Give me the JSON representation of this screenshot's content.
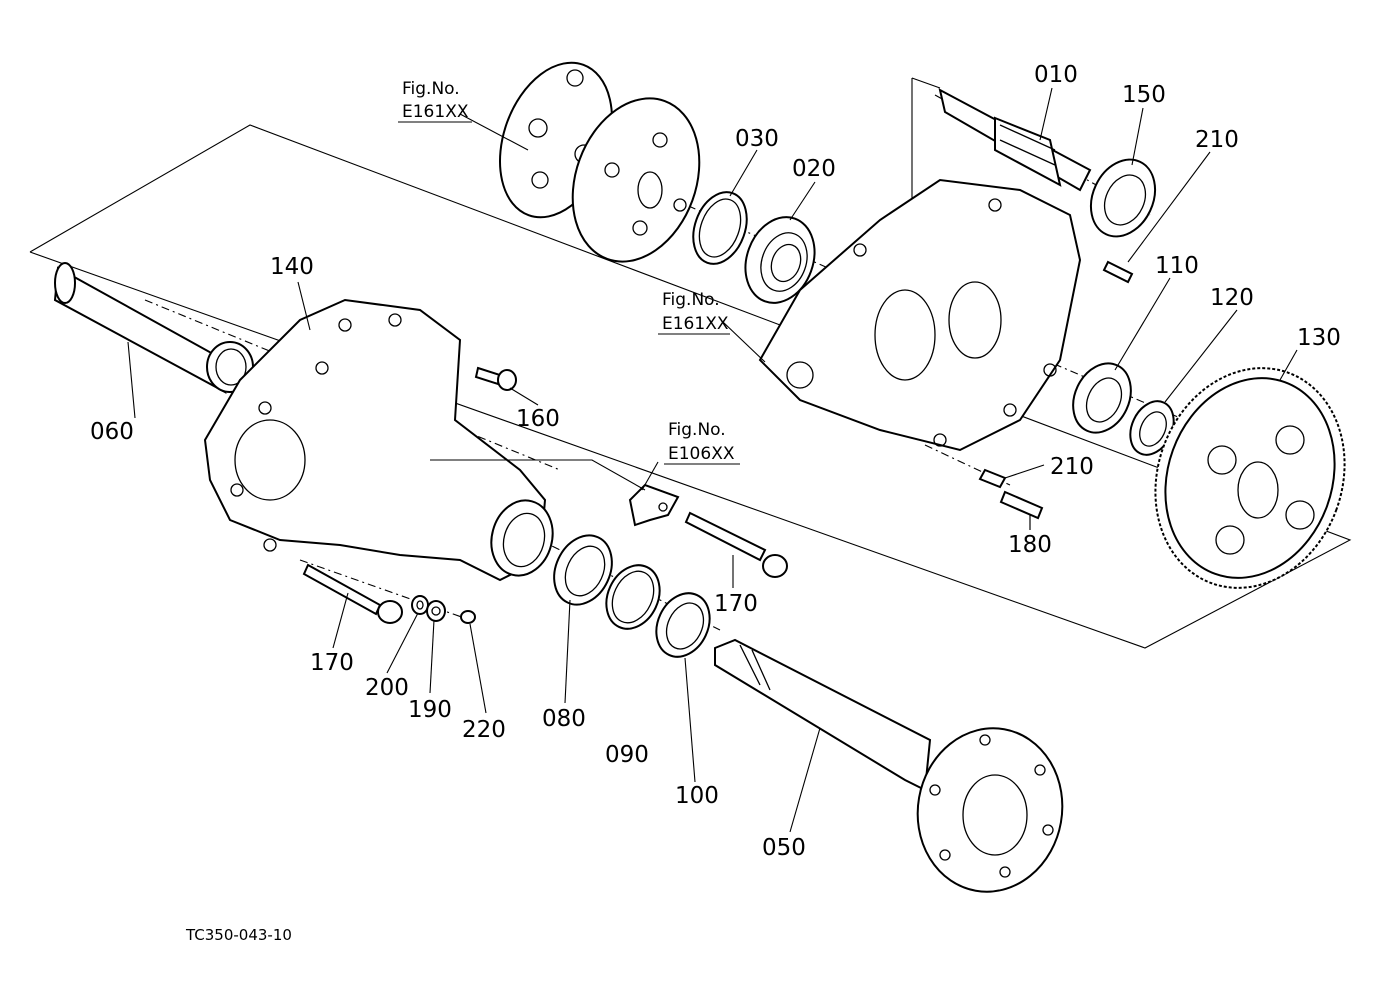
{
  "drawing_code": "TC350-043-10",
  "figure_refs": [
    {
      "id": "ref-1",
      "prefix": "Fig.No.",
      "code": "E161XX"
    },
    {
      "id": "ref-2",
      "prefix": "Fig.No.",
      "code": "E161XX"
    },
    {
      "id": "ref-3",
      "prefix": "Fig.No.",
      "code": "E106XX"
    }
  ],
  "callouts": [
    {
      "key": "c010",
      "label": "010"
    },
    {
      "key": "c020",
      "label": "020"
    },
    {
      "key": "c030",
      "label": "030"
    },
    {
      "key": "c050",
      "label": "050"
    },
    {
      "key": "c060",
      "label": "060"
    },
    {
      "key": "c080",
      "label": "080"
    },
    {
      "key": "c090",
      "label": "090"
    },
    {
      "key": "c100",
      "label": "100"
    },
    {
      "key": "c110",
      "label": "110"
    },
    {
      "key": "c120",
      "label": "120"
    },
    {
      "key": "c130",
      "label": "130"
    },
    {
      "key": "c140",
      "label": "140"
    },
    {
      "key": "c150",
      "label": "150"
    },
    {
      "key": "c160",
      "label": "160"
    },
    {
      "key": "c170a",
      "label": "170"
    },
    {
      "key": "c170b",
      "label": "170"
    },
    {
      "key": "c180",
      "label": "180"
    },
    {
      "key": "c190",
      "label": "190"
    },
    {
      "key": "c200",
      "label": "200"
    },
    {
      "key": "c210a",
      "label": "210"
    },
    {
      "key": "c210b",
      "label": "210"
    },
    {
      "key": "c220",
      "label": "220"
    }
  ]
}
